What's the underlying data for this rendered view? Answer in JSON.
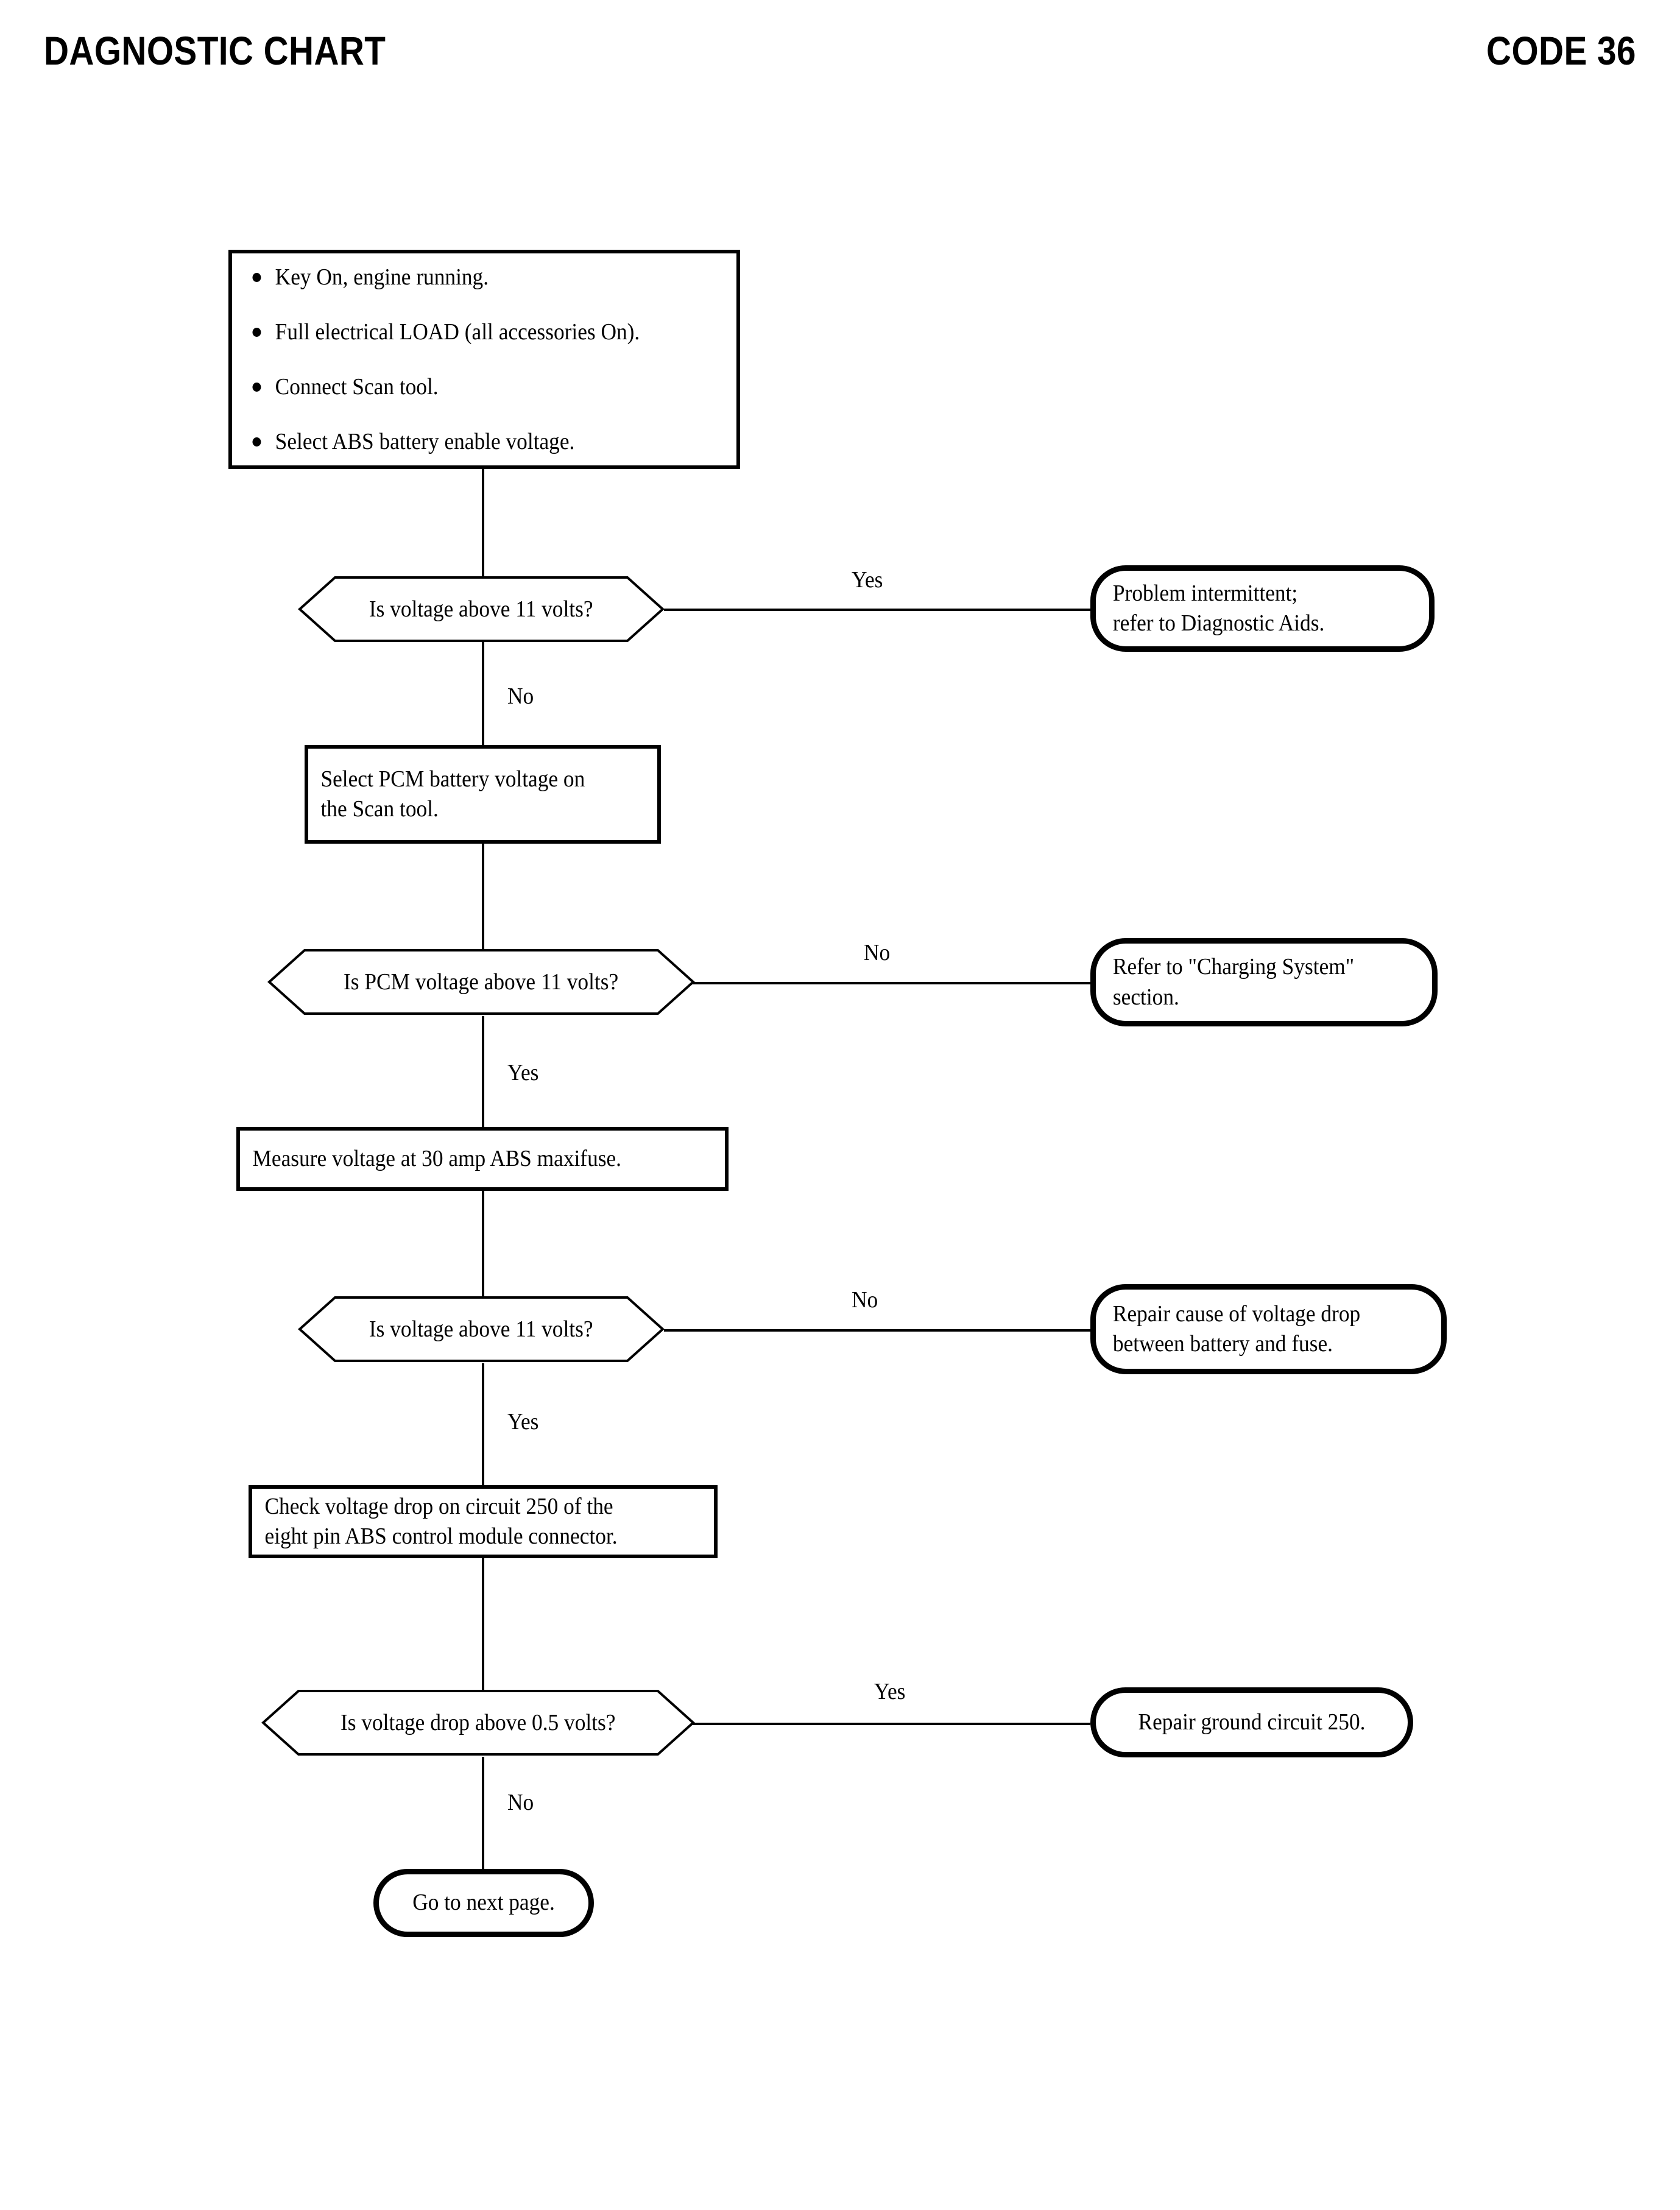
{
  "header": {
    "title": "DAGNOSTIC CHART",
    "code": "CODE 36"
  },
  "nodes": {
    "setup": {
      "type": "process-bullets",
      "items": [
        "Key On, engine running.",
        "Full electrical LOAD (all accessories On).",
        "Connect Scan tool.",
        "Select ABS battery enable voltage."
      ]
    },
    "decision1": {
      "type": "decision",
      "text": "Is voltage above 11 volts?"
    },
    "terminal1": {
      "type": "terminal",
      "text": "Problem intermittent;\nrefer to Diagnostic Aids."
    },
    "process1": {
      "type": "process",
      "text": "Select PCM battery voltage on\nthe Scan tool."
    },
    "decision2": {
      "type": "decision",
      "text": "Is PCM voltage above 11 volts?"
    },
    "terminal2": {
      "type": "terminal",
      "text": "Refer to \"Charging System\"\nsection."
    },
    "process2": {
      "type": "process",
      "text": "Measure voltage at 30 amp ABS maxifuse."
    },
    "decision3": {
      "type": "decision",
      "text": "Is voltage above 11 volts?"
    },
    "terminal3": {
      "type": "terminal",
      "text": "Repair cause of voltage drop\nbetween battery and fuse."
    },
    "process3": {
      "type": "process",
      "text": "Check voltage drop on circuit 250 of the\neight pin ABS control module connector."
    },
    "decision4": {
      "type": "decision",
      "text": "Is voltage drop above 0.5 volts?"
    },
    "terminal4": {
      "type": "terminal",
      "text": "Repair ground circuit 250."
    },
    "terminal5": {
      "type": "terminal",
      "text": "Go to next page."
    }
  },
  "branch_labels": {
    "b1_yes": "Yes",
    "b1_no": "No",
    "b2_no": "No",
    "b2_yes": "Yes",
    "b3_no": "No",
    "b3_yes": "Yes",
    "b4_yes": "Yes",
    "b4_no": "No"
  },
  "colors": {
    "ink": "#000000",
    "paper": "#ffffff"
  }
}
